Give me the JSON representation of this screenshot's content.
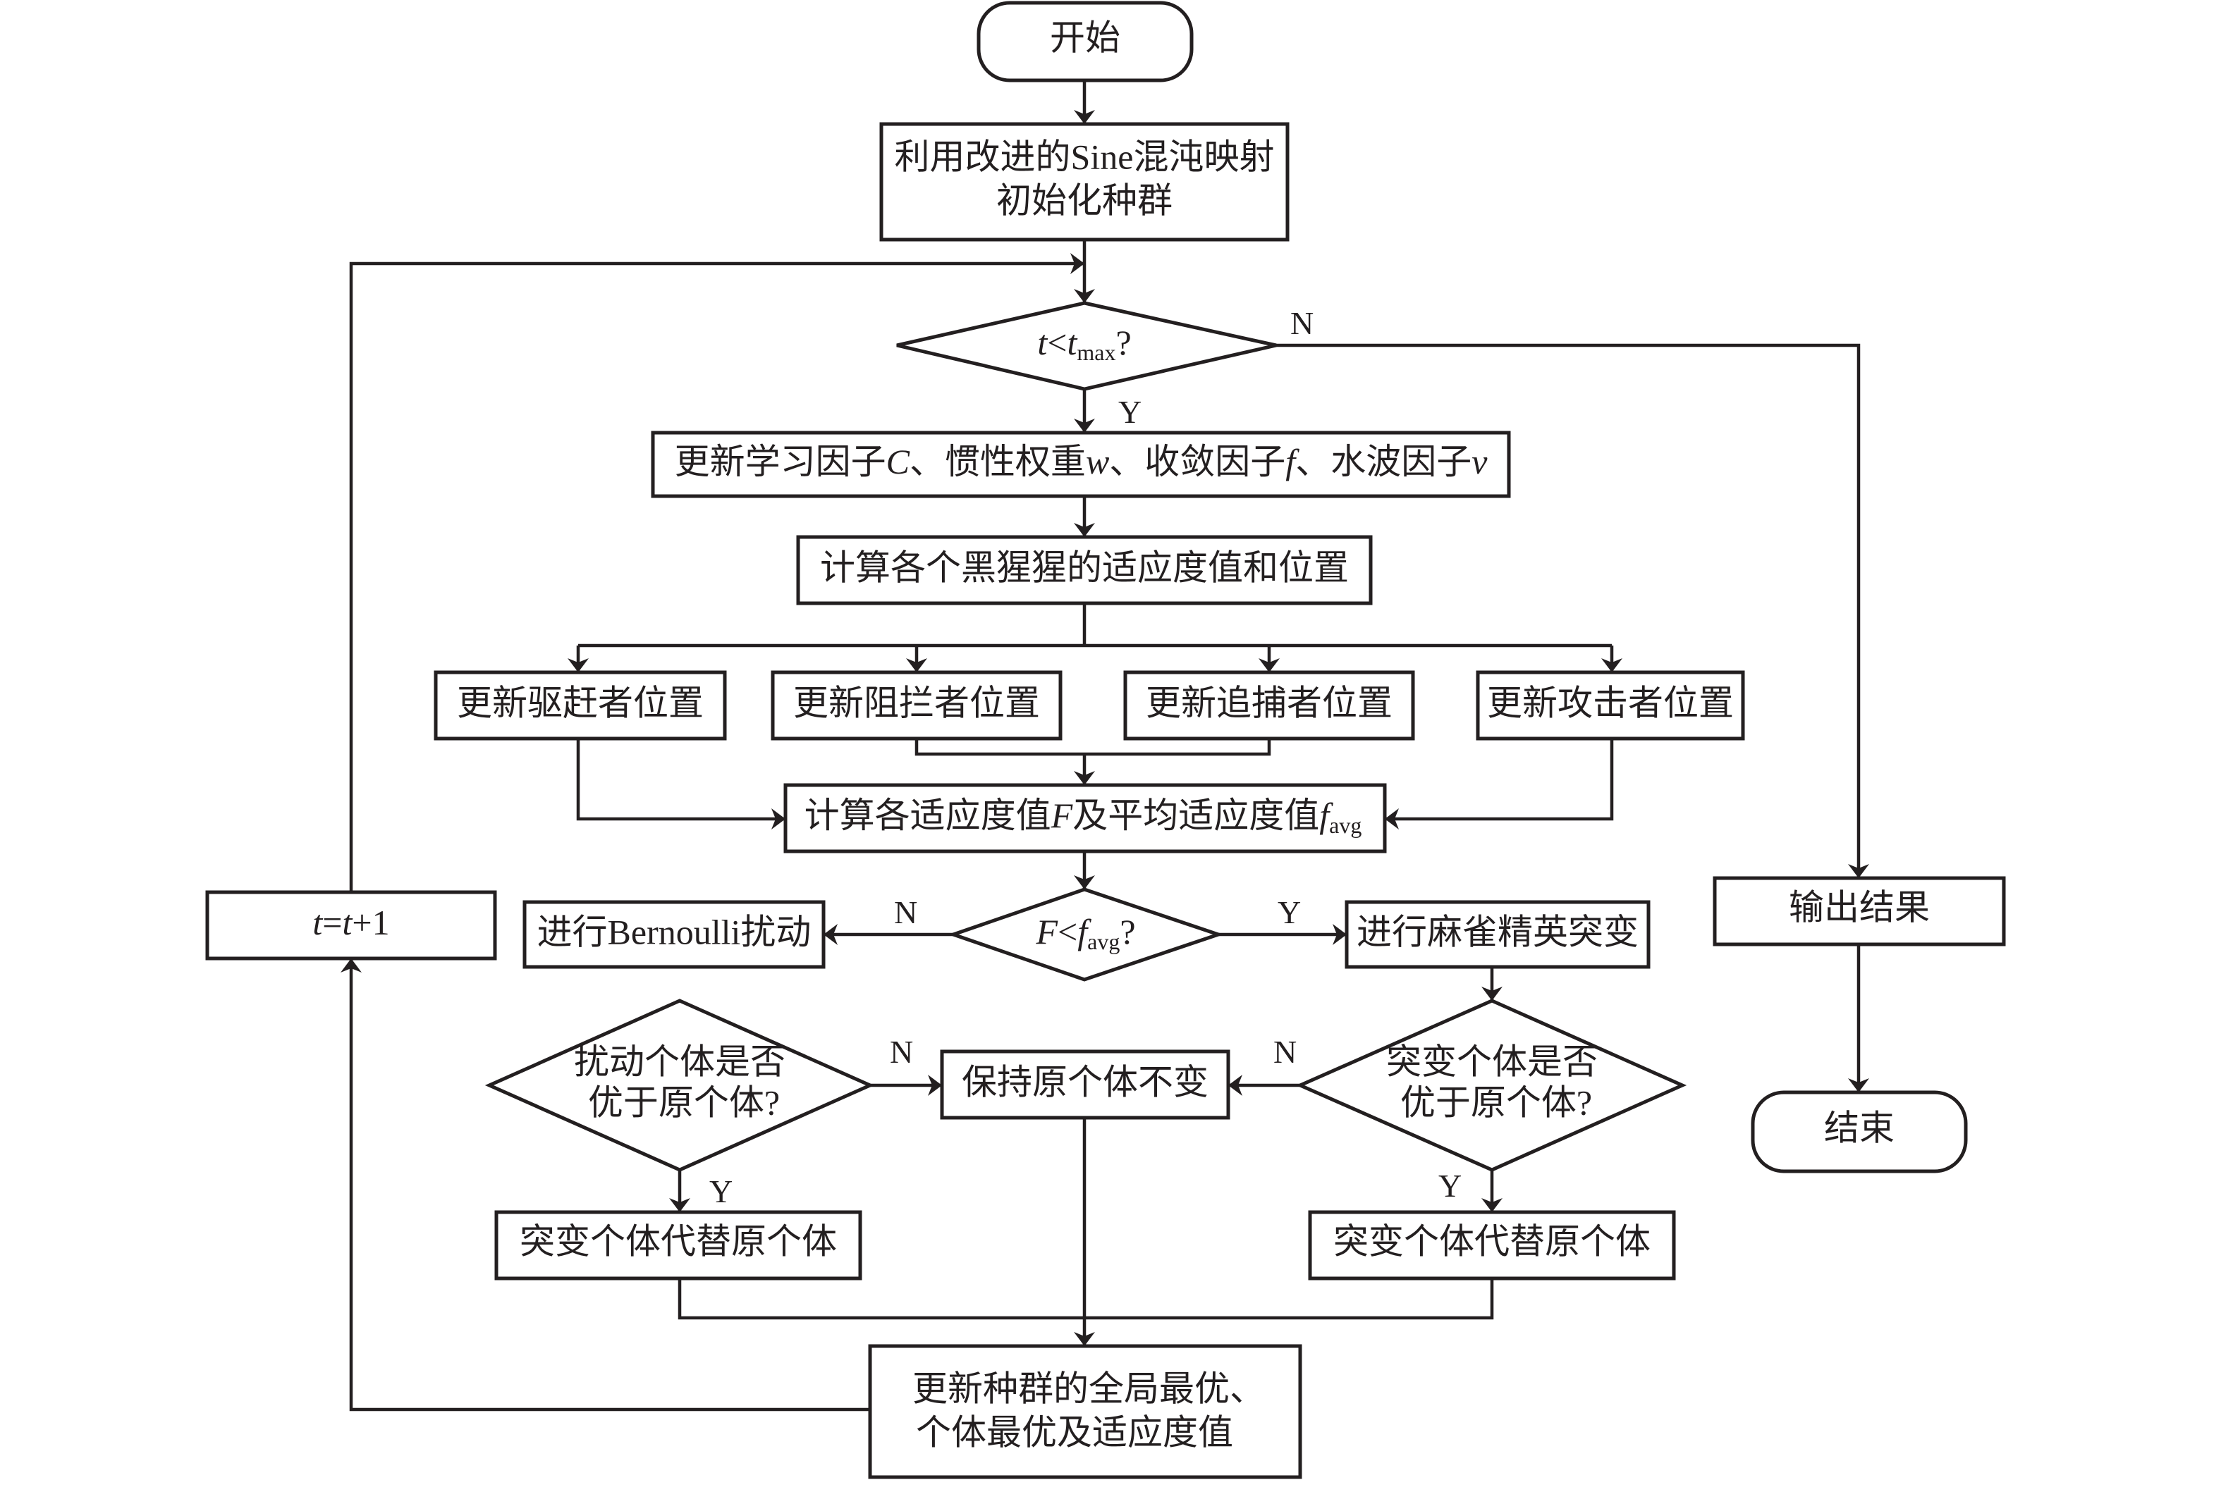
{
  "diagram": {
    "type": "flowchart",
    "colors": {
      "stroke": "#231f20",
      "background": "#ffffff",
      "text": "#231f20"
    },
    "nodes": {
      "start": {
        "shape": "terminal",
        "text": "开始"
      },
      "init": {
        "shape": "process",
        "lines": [
          "利用改进的Sine混沌映射",
          "初始化种群"
        ]
      },
      "cond_t": {
        "shape": "decision",
        "var": "t",
        "op": "<",
        "var2": "t",
        "sub": "max",
        "q": "?"
      },
      "update_factors": {
        "shape": "process",
        "parts": [
          {
            "t": "更新学习因子"
          },
          {
            "t": "C",
            "i": true
          },
          {
            "t": "、惯性权重"
          },
          {
            "t": "w",
            "i": true
          },
          {
            "t": "、收敛因子"
          },
          {
            "t": "f",
            "i": true
          },
          {
            "t": "、水波因子"
          },
          {
            "t": "v",
            "i": true
          }
        ]
      },
      "calc_chimp": {
        "shape": "process",
        "text": "计算各个黑猩猩的适应度值和位置"
      },
      "driver": {
        "shape": "process",
        "text": "更新驱赶者位置"
      },
      "barrier": {
        "shape": "process",
        "text": "更新阻拦者位置"
      },
      "chaser": {
        "shape": "process",
        "text": "更新追捕者位置"
      },
      "attacker": {
        "shape": "process",
        "text": "更新攻击者位置"
      },
      "calc_fit": {
        "shape": "process",
        "prefix": "计算各适应度值",
        "F": "F",
        "mid": "及平均适应度值",
        "f": "f",
        "sub": "avg"
      },
      "cond_f": {
        "shape": "decision",
        "F": "F",
        "op": "<",
        "f": "f",
        "sub": "avg",
        "q": "?"
      },
      "bernoulli": {
        "shape": "process",
        "text": "进行Bernoulli扰动"
      },
      "sparrow": {
        "shape": "process",
        "text": "进行麻雀精英突变"
      },
      "cond_perturb": {
        "shape": "decision",
        "lines": [
          "扰动个体是否",
          "优于原个体?"
        ]
      },
      "keep": {
        "shape": "process",
        "text": "保持原个体不变"
      },
      "cond_mutate": {
        "shape": "decision",
        "lines": [
          "突变个体是否",
          "优于原个体?"
        ]
      },
      "replace_left": {
        "shape": "process",
        "text": "突变个体代替原个体"
      },
      "replace_right": {
        "shape": "process",
        "text": "突变个体代替原个体"
      },
      "update_best": {
        "shape": "process",
        "lines": [
          "更新种群的全局最优、",
          "个体最优及适应度值"
        ]
      },
      "increment": {
        "shape": "process",
        "t1": "t",
        "eq": "=",
        "t2": "t",
        "plus": "+1"
      },
      "output": {
        "shape": "process",
        "text": "输出结果"
      },
      "end": {
        "shape": "terminal",
        "text": "结束"
      }
    },
    "edge_labels": {
      "cond_t_no": "N",
      "cond_t_yes": "Y",
      "cond_f_no": "N",
      "cond_f_yes": "Y",
      "perturb_no": "N",
      "perturb_yes": "Y",
      "mutate_no": "N",
      "mutate_yes": "Y"
    },
    "edges": [
      {
        "from": "start",
        "to": "init"
      },
      {
        "from": "init",
        "to": "cond_t"
      },
      {
        "from": "cond_t",
        "to": "update_factors",
        "label": "Y"
      },
      {
        "from": "cond_t",
        "to": "output",
        "label": "N"
      },
      {
        "from": "update_factors",
        "to": "calc_chimp"
      },
      {
        "from": "calc_chimp",
        "to": "driver"
      },
      {
        "from": "calc_chimp",
        "to": "barrier"
      },
      {
        "from": "calc_chimp",
        "to": "chaser"
      },
      {
        "from": "calc_chimp",
        "to": "attacker"
      },
      {
        "from": "driver",
        "to": "calc_fit"
      },
      {
        "from": "barrier",
        "to": "calc_fit"
      },
      {
        "from": "chaser",
        "to": "calc_fit"
      },
      {
        "from": "attacker",
        "to": "calc_fit"
      },
      {
        "from": "calc_fit",
        "to": "cond_f"
      },
      {
        "from": "cond_f",
        "to": "bernoulli",
        "label": "N"
      },
      {
        "from": "cond_f",
        "to": "sparrow",
        "label": "Y"
      },
      {
        "from": "sparrow",
        "to": "cond_mutate"
      },
      {
        "from": "cond_perturb",
        "to": "keep",
        "label": "N"
      },
      {
        "from": "cond_perturb",
        "to": "replace_left",
        "label": "Y"
      },
      {
        "from": "cond_mutate",
        "to": "keep",
        "label": "N"
      },
      {
        "from": "cond_mutate",
        "to": "replace_right",
        "label": "Y"
      },
      {
        "from": "keep",
        "to": "update_best"
      },
      {
        "from": "replace_left",
        "to": "update_best"
      },
      {
        "from": "replace_right",
        "to": "update_best"
      },
      {
        "from": "update_best",
        "to": "increment"
      },
      {
        "from": "increment",
        "to": "cond_t"
      },
      {
        "from": "output",
        "to": "end"
      }
    ]
  }
}
